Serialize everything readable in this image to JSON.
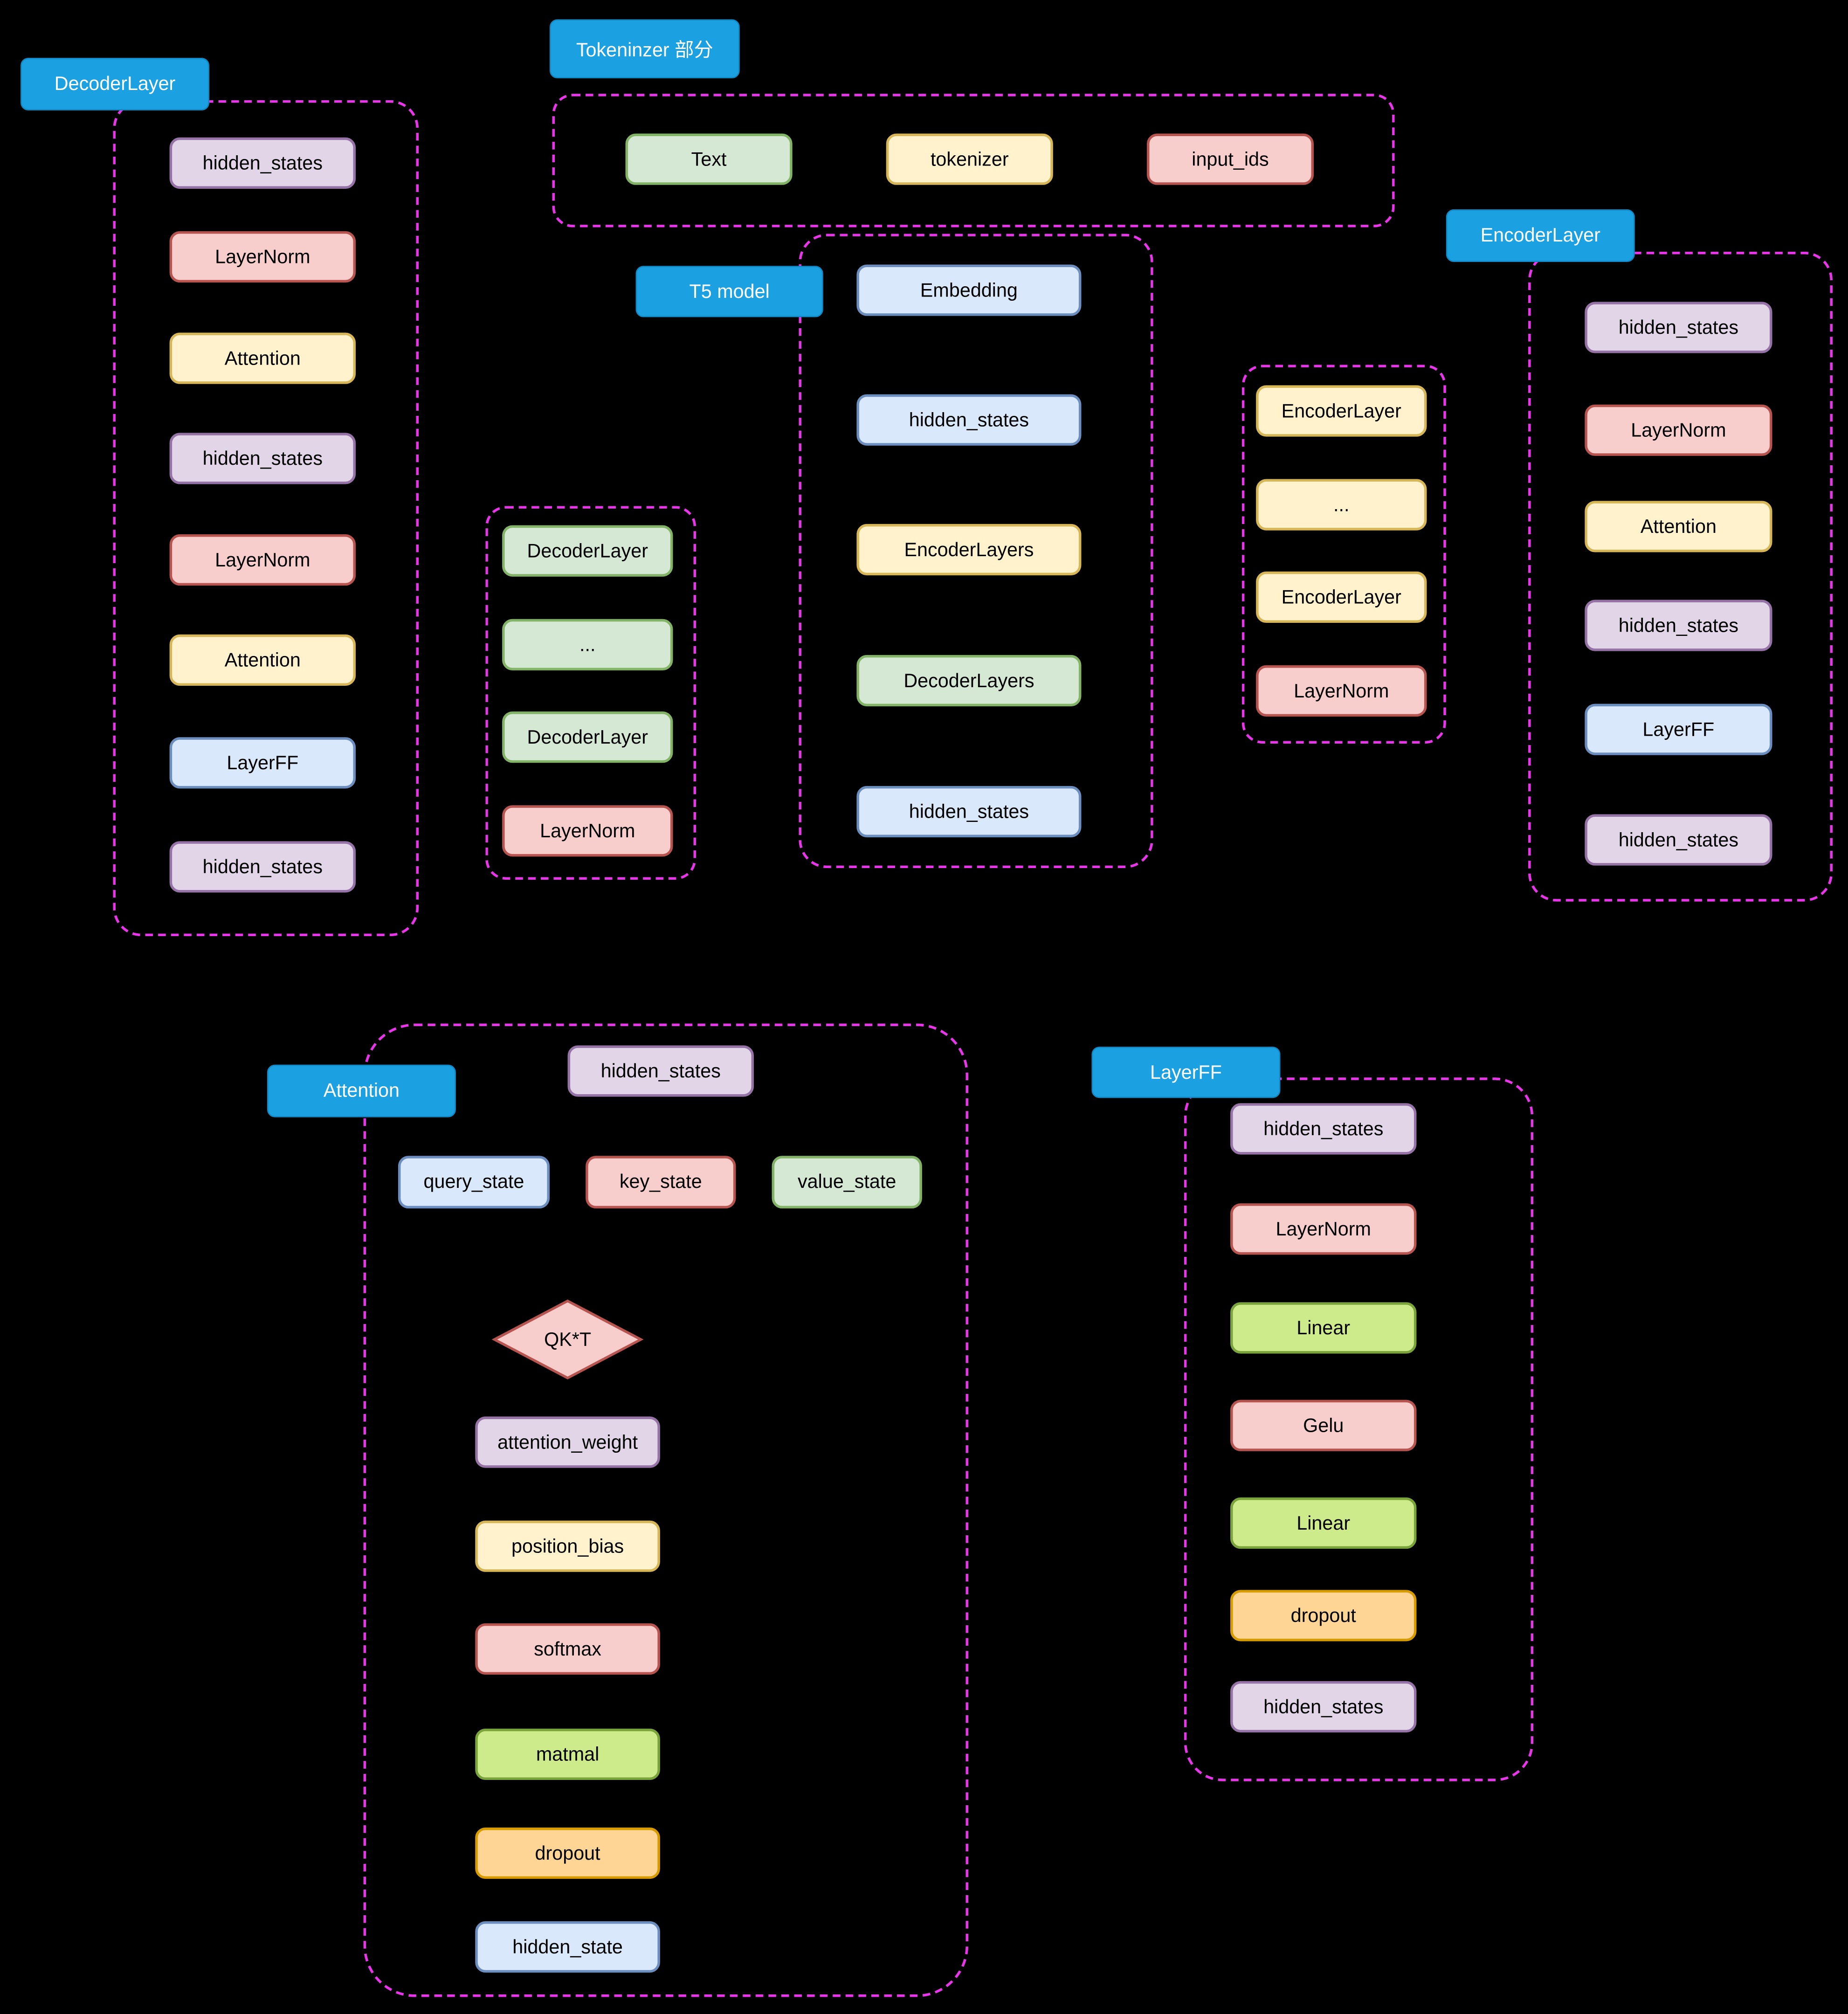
{
  "palette": {
    "background": "#000000",
    "group_border": "#E935E9",
    "badge_fill": "#1BA1E2",
    "badge_text": "#FFFFFF",
    "purple_fill": "#E1D5E7",
    "purple_border": "#9673A6",
    "pink_fill": "#F8CECC",
    "pink_border": "#B85450",
    "yellow_fill": "#FFF2CC",
    "yellow_border": "#D6B656",
    "blue_fill": "#DAE8FC",
    "blue_border": "#6C8EBF",
    "green_fill": "#D5E8D4",
    "green_border": "#82B366",
    "lime_fill": "#CDEB8B",
    "lime_border": "#7AA33C",
    "orange_fill": "#FFD596",
    "orange_border": "#D79B00"
  },
  "groups": {
    "decoder_layer": {
      "title": "DecoderLayer",
      "nodes": [
        {
          "label": "hidden_states",
          "type": "purple"
        },
        {
          "label": "LayerNorm",
          "type": "pink"
        },
        {
          "label": "Attention",
          "type": "yellow"
        },
        {
          "label": "hidden_states",
          "type": "purple"
        },
        {
          "label": "LayerNorm",
          "type": "pink"
        },
        {
          "label": "Attention",
          "type": "yellow"
        },
        {
          "label": "LayerFF",
          "type": "blue"
        },
        {
          "label": "hidden_states",
          "type": "purple"
        }
      ]
    },
    "tokenizer": {
      "title": "Tokeninzer 部分",
      "nodes": [
        {
          "label": "Text",
          "type": "green"
        },
        {
          "label": "tokenizer",
          "type": "yellow"
        },
        {
          "label": "input_ids",
          "type": "pink"
        }
      ]
    },
    "t5_model": {
      "title": "T5 model",
      "nodes": [
        {
          "label": "Embedding",
          "type": "blue"
        },
        {
          "label": "hidden_states",
          "type": "blue"
        },
        {
          "label": "EncoderLayers",
          "type": "yellow"
        },
        {
          "label": "DecoderLayers",
          "type": "green"
        },
        {
          "label": "hidden_states",
          "type": "blue"
        }
      ]
    },
    "decoder_stack": {
      "nodes": [
        {
          "label": "DecoderLayer",
          "type": "green"
        },
        {
          "label": "...",
          "type": "green"
        },
        {
          "label": "DecoderLayer",
          "type": "green"
        },
        {
          "label": "LayerNorm",
          "type": "pink"
        }
      ]
    },
    "encoder_stack": {
      "nodes": [
        {
          "label": "EncoderLayer",
          "type": "yellow"
        },
        {
          "label": "...",
          "type": "yellow"
        },
        {
          "label": "EncoderLayer",
          "type": "yellow"
        },
        {
          "label": "LayerNorm",
          "type": "pink"
        }
      ]
    },
    "encoder_layer": {
      "title": "EncoderLayer",
      "nodes": [
        {
          "label": "hidden_states",
          "type": "purple"
        },
        {
          "label": "LayerNorm",
          "type": "pink"
        },
        {
          "label": "Attention",
          "type": "yellow"
        },
        {
          "label": "hidden_states",
          "type": "purple"
        },
        {
          "label": "LayerFF",
          "type": "blue"
        },
        {
          "label": "hidden_states",
          "type": "purple"
        }
      ]
    },
    "attention": {
      "title": "Attention",
      "nodes": [
        {
          "label": "hidden_states",
          "type": "purple"
        },
        {
          "label": "query_state",
          "type": "blue"
        },
        {
          "label": "key_state",
          "type": "pink"
        },
        {
          "label": "value_state",
          "type": "green"
        },
        {
          "label": "QK*T",
          "type": "pink",
          "shape": "diamond"
        },
        {
          "label": "attention_weight",
          "type": "purple"
        },
        {
          "label": "position_bias",
          "type": "yellow"
        },
        {
          "label": "softmax",
          "type": "pink"
        },
        {
          "label": "matmal",
          "type": "lime"
        },
        {
          "label": "dropout",
          "type": "orange"
        },
        {
          "label": "hidden_state",
          "type": "blue"
        }
      ]
    },
    "layer_ff": {
      "title": "LayerFF",
      "nodes": [
        {
          "label": "hidden_states",
          "type": "purple"
        },
        {
          "label": "LayerNorm",
          "type": "pink"
        },
        {
          "label": "Linear",
          "type": "lime"
        },
        {
          "label": "Gelu",
          "type": "pink"
        },
        {
          "label": "Linear",
          "type": "lime"
        },
        {
          "label": "dropout",
          "type": "orange"
        },
        {
          "label": "hidden_states",
          "type": "purple"
        }
      ]
    }
  }
}
